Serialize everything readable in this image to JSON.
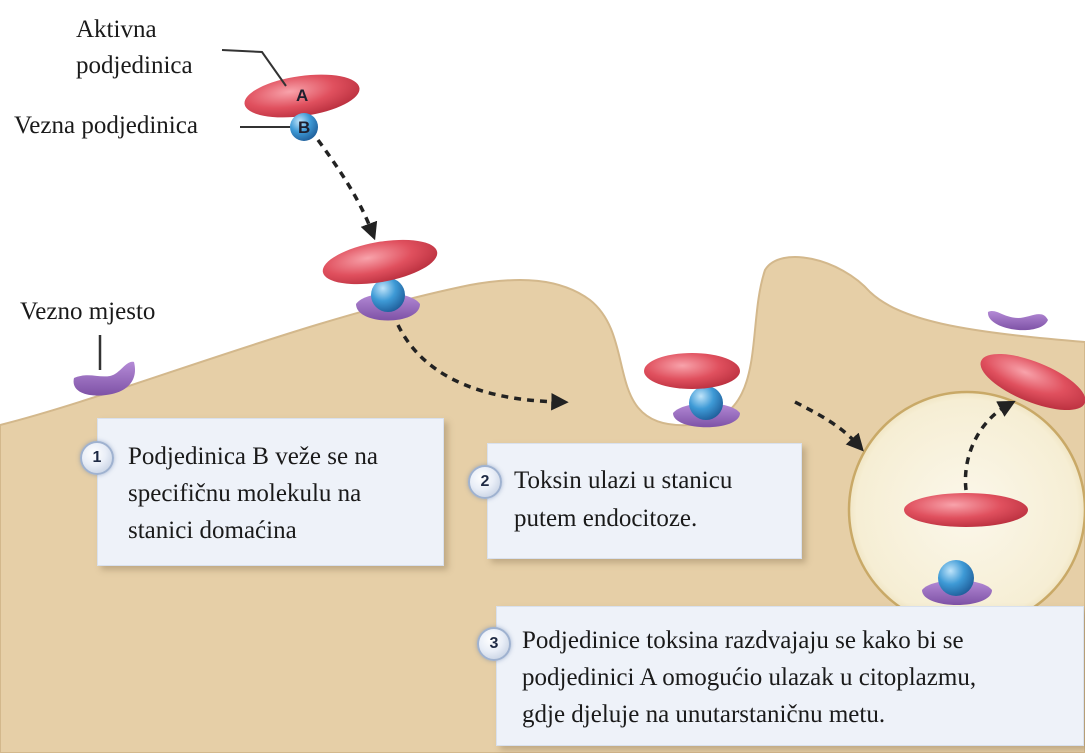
{
  "labels": {
    "active_subunit_line1": "Aktivna",
    "active_subunit_line2": "podjedinica",
    "binding_subunit": "Vezna podjedinica",
    "binding_site": "Vezno mjesto",
    "letter_a": "A",
    "letter_b": "B"
  },
  "steps": [
    {
      "number": "1",
      "lines": [
        "Podjedinica B veže se na",
        "specifičnu molekulu na",
        "stanici domaćina"
      ]
    },
    {
      "number": "2",
      "lines": [
        "Toksin ulazi u stanicu",
        "putem endocitoze."
      ]
    },
    {
      "number": "3",
      "lines": [
        "Podjedinice toksina razdvajaju se kako bi se",
        "podjedinici A omogućio ulazak u citoplazmu,",
        "gdje djeluje na unutarstaničnu metu."
      ]
    }
  ],
  "colors": {
    "cell": "#e6cfa7",
    "cell_edge": "#d8bd92",
    "subunit_a": "#e0505e",
    "subunit_b": "#3e9ad6",
    "receptor": "#9b6fbf",
    "vesicle": "#f7f0d9"
  }
}
